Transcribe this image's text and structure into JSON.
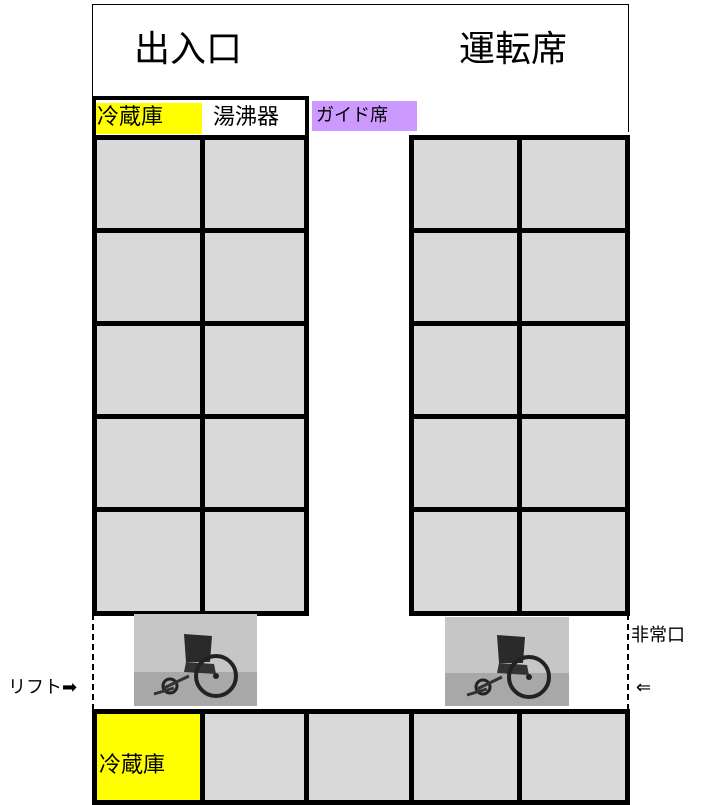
{
  "header": {
    "exit_label": "出入口",
    "driver_label": "運転席"
  },
  "labels": {
    "fridge_top": "冷蔵庫",
    "water_heater": "湯沸器",
    "guide_seat": "ガイド席",
    "fridge_bottom": "冷蔵庫",
    "lift": "リフト➡",
    "emergency_exit": "非常口",
    "emergency_arrow": "⇐"
  },
  "colors": {
    "fridge": "#ffff00",
    "guide_seat": "#cc99ff",
    "seat": "#d9d9d9",
    "border": "#000000"
  },
  "icons": {
    "wheelchair": "wheelchair-photo"
  }
}
